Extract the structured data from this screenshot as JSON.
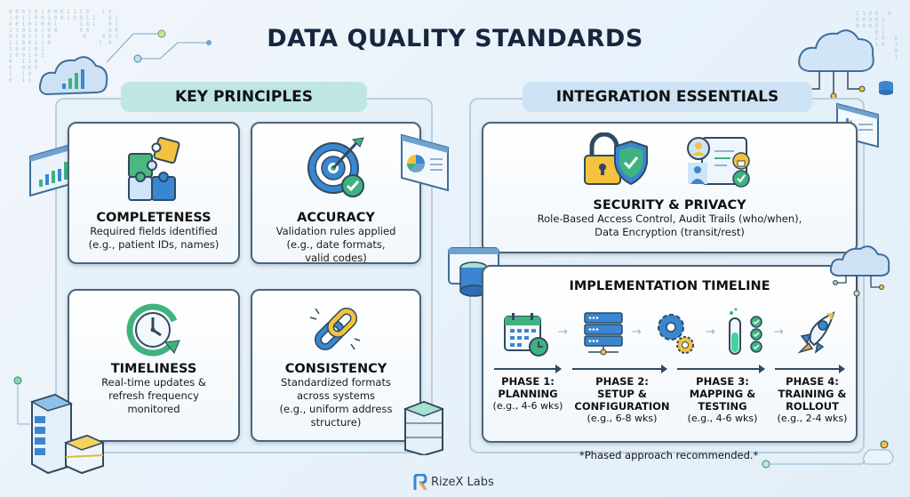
{
  "title": "DATA QUALITY STANDARDS",
  "left_section": {
    "heading": "KEY PRINCIPLES",
    "cards": [
      {
        "title": "COMPLETENESS",
        "lines": [
          "Required fields identified",
          "(e.g., patient IDs, names)"
        ],
        "icon": "puzzle-icon"
      },
      {
        "title": "ACCURACY",
        "lines": [
          "Validation rules applied",
          "(e.g., date formats,",
          "valid codes)"
        ],
        "icon": "target-check-icon"
      },
      {
        "title": "TIMELINESS",
        "lines": [
          "Real-time updates &",
          "refresh frequency",
          "monitored"
        ],
        "icon": "clock-refresh-icon"
      },
      {
        "title": "CONSISTENCY",
        "lines": [
          "Standardized formats",
          "across systems",
          "(e.g., uniform address",
          "structure)"
        ],
        "icon": "chain-link-icon"
      }
    ]
  },
  "right_section": {
    "heading": "INTEGRATION ESSENTIALS",
    "security": {
      "title": "SECURITY & PRIVACY",
      "lines": [
        "Role-Based Access Control, Audit Trails (who/when),",
        "Data Encryption (transit/rest)"
      ]
    },
    "timeline": {
      "title": "IMPLEMENTATION TIMELINE",
      "phases": [
        {
          "label1": "PHASE 1:",
          "label2": "PLANNING",
          "label3": "",
          "duration": "(e.g., 4-6 wks)",
          "icon": "calendar-clock-icon"
        },
        {
          "label1": "PHASE 2:",
          "label2": "SETUP &",
          "label3": "CONFIGURATION",
          "duration": "(e.g., 6-8 wks)",
          "icon": "server-stack-icon"
        },
        {
          "label1": "PHASE 3:",
          "label2": "MAPPING &",
          "label3": "TESTING",
          "duration": "(e.g., 4-6 wks)",
          "icon": "test-tube-checks-icon"
        },
        {
          "label1": "PHASE 4:",
          "label2": "TRAINING &",
          "label3": "ROLLOUT",
          "duration": "(e.g., 2-4 wks)",
          "icon": "rocket-icon"
        }
      ],
      "footnote": "*Phased approach recommended.*"
    }
  },
  "brand": {
    "name": "RizeX Labs"
  },
  "colors": {
    "title": "#16263d",
    "pill_left": "#bfe6e3",
    "pill_right": "#cde3f5",
    "card_border": "#4c6377",
    "accent_green": "#3fb27f",
    "accent_blue": "#3a86d1",
    "accent_yellow": "#f4c23e"
  }
}
